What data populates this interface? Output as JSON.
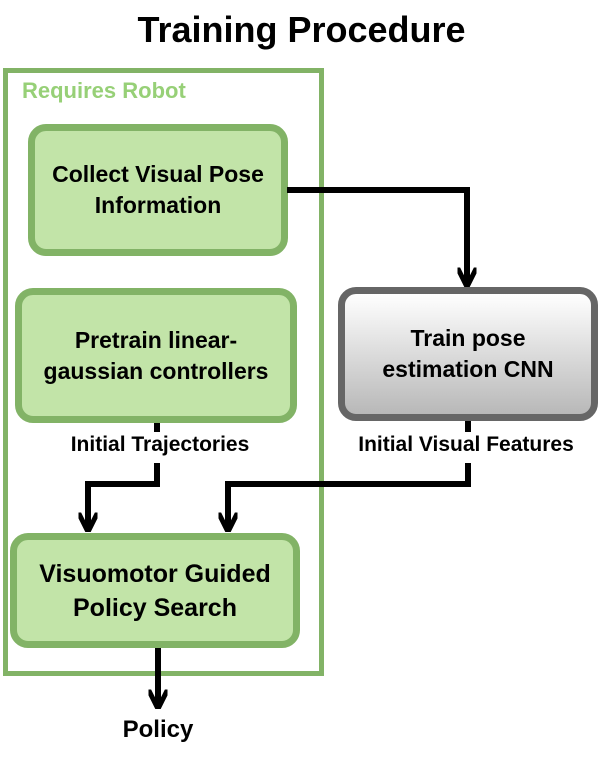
{
  "title": "Training Procedure",
  "group": {
    "label": "Requires Robot"
  },
  "nodes": {
    "collect": "Collect Visual Pose\nInformation",
    "pretrain": "Pretrain linear-\ngaussian controllers",
    "train_cnn": "Train pose\nestimation CNN",
    "gps": "Visuomotor Guided\nPolicy Search"
  },
  "edge_labels": {
    "initial_trajectories": "Initial Trajectories",
    "initial_visual_features": "Initial Visual Features",
    "policy": "Policy"
  },
  "colors": {
    "robot_group_border": "#82b366",
    "robot_group_label": "#97d077",
    "green_fill": "#c2e4a8",
    "gray_border": "#666666"
  }
}
